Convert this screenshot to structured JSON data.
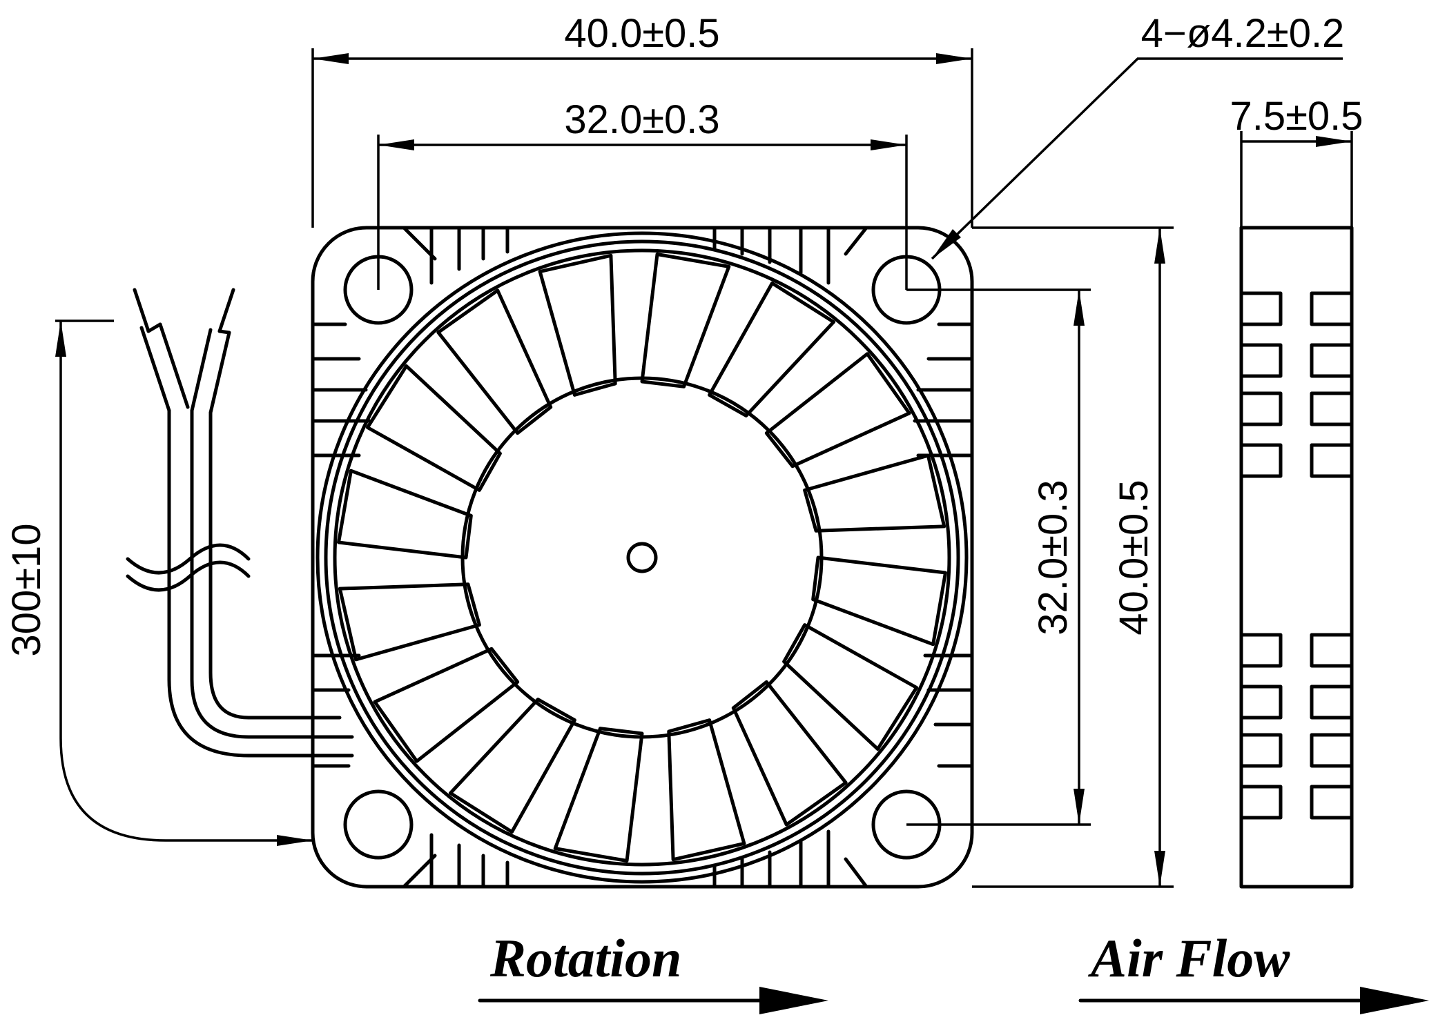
{
  "dimensions": {
    "overall_width": "40.0±0.5",
    "hole_spacing_width": "32.0±0.3",
    "hole_callout": "4−ø4.2±0.2",
    "thickness": "7.5±0.5",
    "hole_spacing_height": "32.0±0.3",
    "overall_height": "40.0±0.5",
    "lead_length": "300±10"
  },
  "labels": {
    "rotation": "Rotation",
    "air_flow": "Air Flow"
  }
}
